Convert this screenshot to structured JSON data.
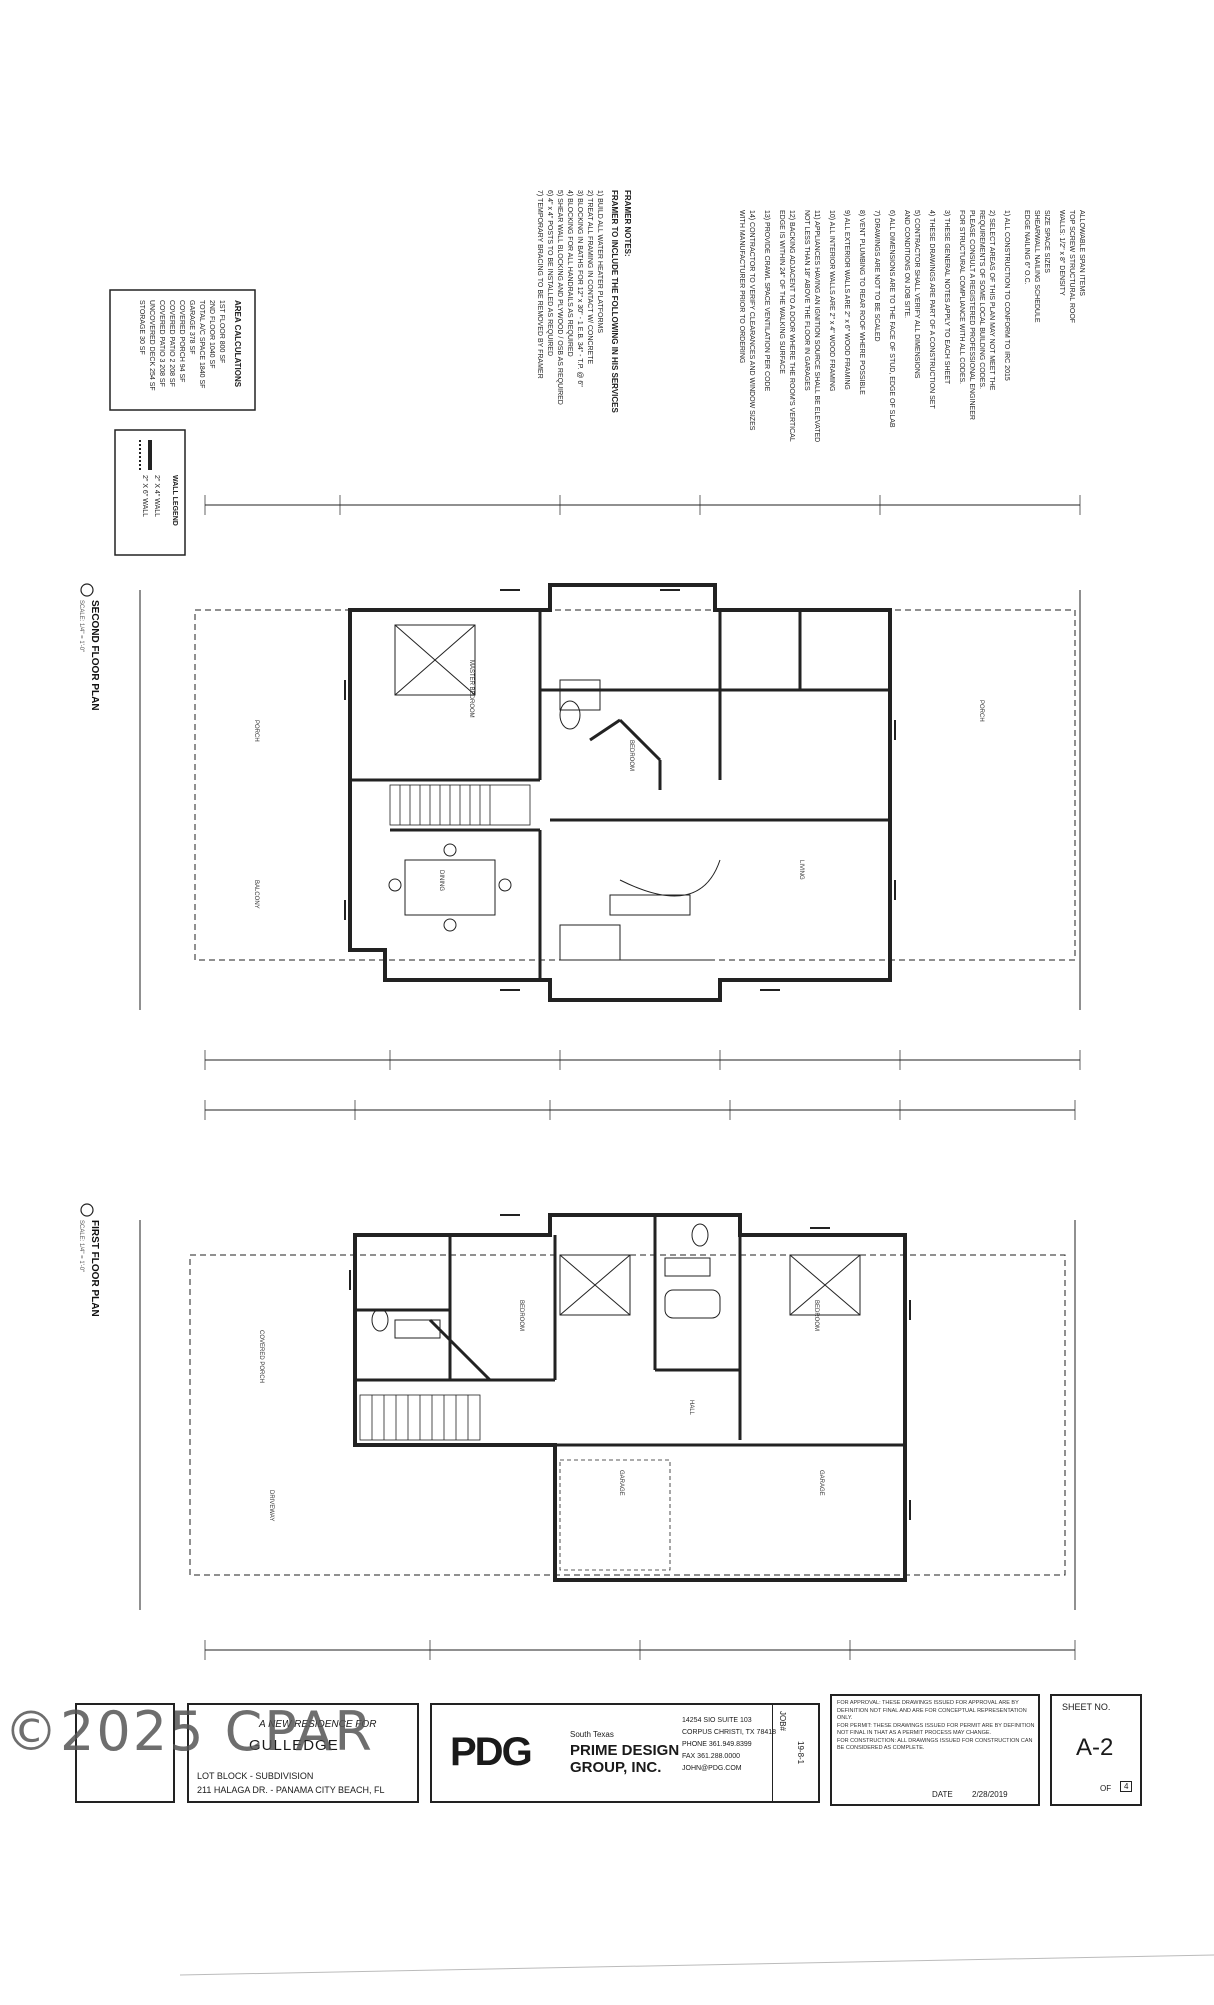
{
  "plans": {
    "second_floor_label": "SECOND FLOOR PLAN",
    "first_floor_label": "FIRST FLOOR PLAN"
  },
  "area_calcs": {
    "title": "AREA CALCULATIONS"
  },
  "wall_legend": {
    "title": "WALL LEGEND"
  },
  "framer_notes": {
    "title": "FRAMER TO INCLUDE THE FOLLOWING IN HIS SERVICES"
  },
  "title_block": {
    "project_line": "A NEW RESIDENCE FOR",
    "client": "GULLEDGE",
    "lot_line": "LOT BLOCK - SUBDIVISION",
    "address": "211 HALAGA DR. - PANAMA CITY BEACH, FL",
    "logo": "PDG",
    "firm_region": "South Texas",
    "firm_name_1": "PRIME DESIGN",
    "firm_name_2": "GROUP, INC.",
    "firm_addr_1": "14254 SIO SUITE 103",
    "firm_addr_2": "CORPUS CHRISTI, TX 78418",
    "firm_phone": "PHONE 361.949.8399",
    "firm_fax": "FAX 361.288.0000",
    "firm_web": "JOHN@PDG.COM",
    "job_label": "JOB#",
    "job_no": "19-8-1",
    "date_label": "DATE",
    "date": "2/28/2019",
    "sheet_label": "SHEET NO.",
    "sheet_no": "A-2",
    "of_label": "OF",
    "sheet_total": "4"
  },
  "watermark": "©2025 CPAR"
}
